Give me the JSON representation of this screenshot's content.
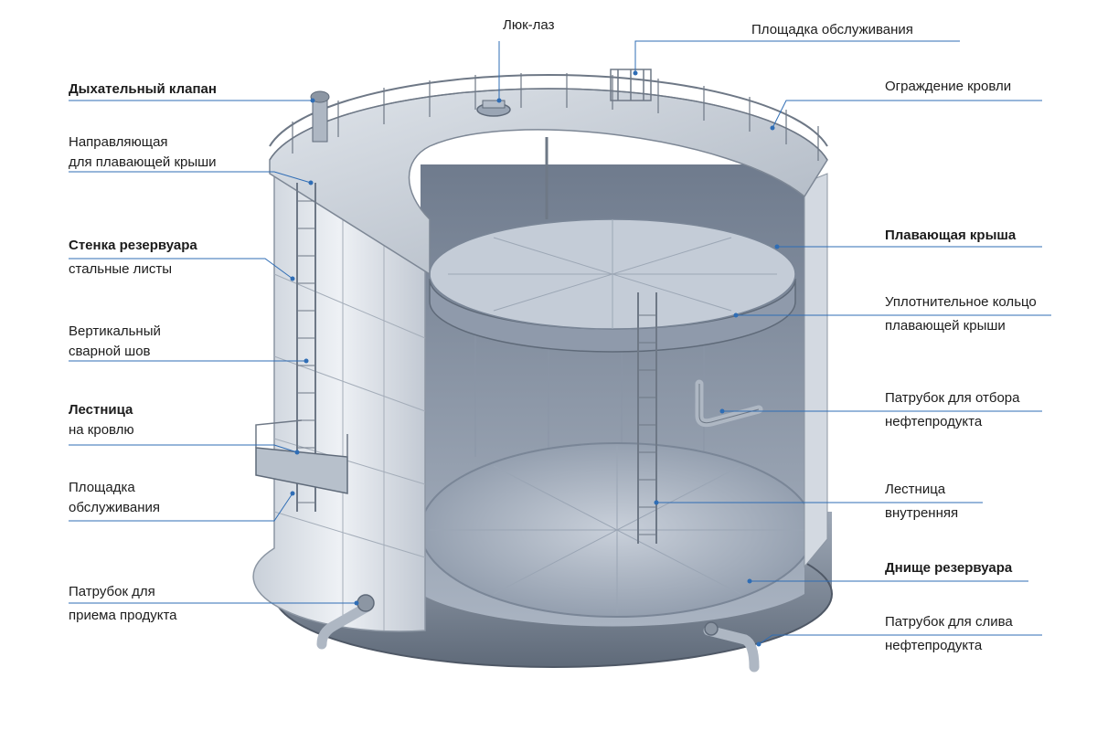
{
  "labels": {
    "manhole": {
      "line1": "Люк-лаз"
    },
    "service_platform_top": {
      "line1": "Площадка обслуживания"
    },
    "breathing_valve": {
      "line1": "Дыхательный клапан"
    },
    "roof_railing": {
      "line1": "Ограждение кровли"
    },
    "roof_guide": {
      "line1": "Направляющая",
      "line2": "для плавающей крыши"
    },
    "tank_wall": {
      "line1": "Стенка резервуара",
      "line2": "стальные листы"
    },
    "floating_roof": {
      "line1": "Плавающая крыша"
    },
    "weld_seam": {
      "line1": "Вертикальный",
      "line2": "сварной шов"
    },
    "seal_ring": {
      "line1": "Уплотнительное кольцо",
      "line2": "плавающей крыши"
    },
    "roof_ladder": {
      "line1": "Лестница",
      "line2": "на кровлю"
    },
    "outlet_pipe": {
      "line1": "Патрубок для отбора",
      "line2": "нефтепродукта"
    },
    "service_platform_side": {
      "line1": "Площадка",
      "line2": "обслуживания"
    },
    "internal_ladder": {
      "line1": "Лестница",
      "line2": "внутренняя"
    },
    "tank_bottom": {
      "line1": "Днище резервуара"
    },
    "inlet_pipe": {
      "line1": "Патрубок для",
      "line2": "приема продукта"
    },
    "drain_pipe": {
      "line1": "Патрубок для слива",
      "line2": "нефтепродукта"
    }
  },
  "colors": {
    "leader_line": "#2f6db5",
    "leader_dot": "#2f6db5",
    "steel_light": "#e4e8ee",
    "steel_mid": "#b9c1cc",
    "steel_dark": "#6e7886",
    "interior": "#8a95a6"
  }
}
